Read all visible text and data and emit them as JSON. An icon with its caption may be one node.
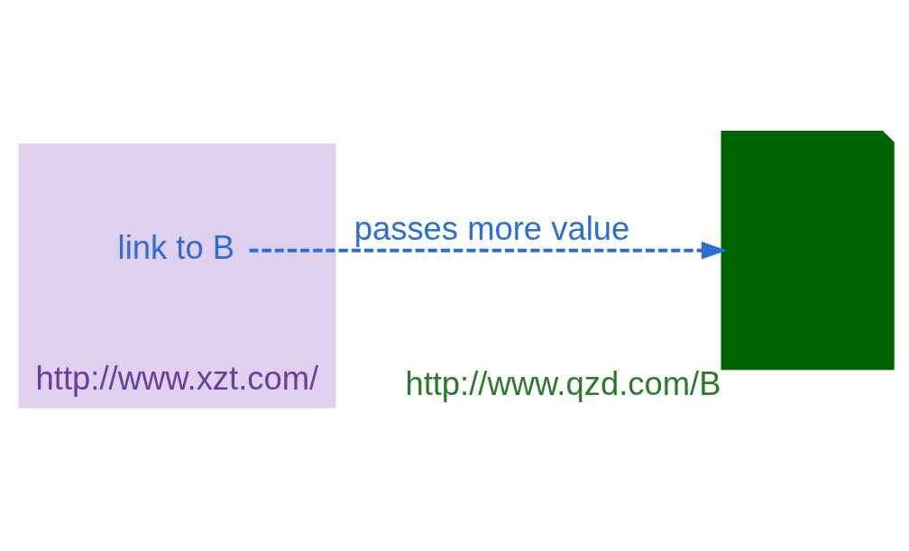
{
  "diagram": {
    "nodes": [
      {
        "text": [],
        "shape": "box",
        "beside": [
          "http://www.xzt.com/"
        ]
      },
      {
        "text": [
          "link to B"
        ],
        "in": 0
      },
      {
        "text": [],
        "shape": "box",
        "beside": [
          "http://www.qzd.com/B"
        ]
      }
    ],
    "edges": [
      {
        "from": 1,
        "to": 2,
        "arrow": "to",
        "label": "passes more value",
        "style": "dashed",
        "color": "#2a6fd6"
      }
    ]
  }
}
